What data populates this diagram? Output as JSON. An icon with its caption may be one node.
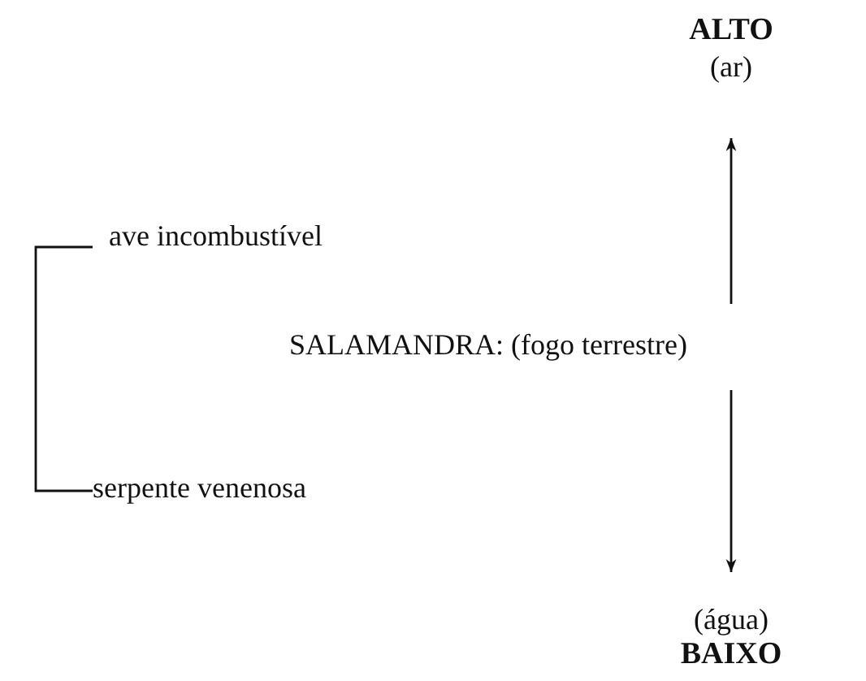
{
  "diagram": {
    "nodes": [
      {
        "text": [
          "ALTO",
          "(ar)"
        ]
      },
      {
        "text": [
          "ave incombustível"
        ]
      },
      {
        "text": [
          "SALAMANDRA: (fogo terrestre)"
        ]
      },
      {
        "text": [
          "serpente venenosa"
        ]
      },
      {
        "text": [
          "(água)",
          "BAIXO"
        ]
      }
    ],
    "edges": [
      {
        "from": 2,
        "to": 0,
        "arrow": "to"
      },
      {
        "from": 2,
        "to": 4,
        "arrow": "to"
      },
      {
        "from": 1,
        "to": 3,
        "arrow": "none"
      }
    ]
  }
}
